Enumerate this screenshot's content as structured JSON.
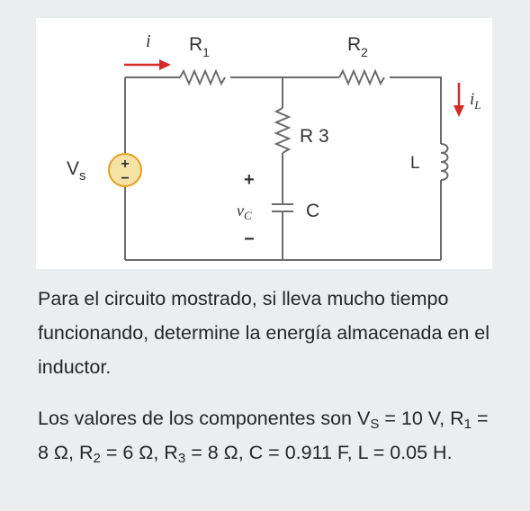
{
  "circuit": {
    "labels": {
      "i": "i",
      "r1": "R",
      "r1_sub": "1",
      "r2": "R",
      "r2_sub": "2",
      "r3": "R 3",
      "vs": "V",
      "vs_sub": "s",
      "plus": "+",
      "minus": "−",
      "vc": "v",
      "vc_sub": "C",
      "c": "C",
      "l": "L",
      "il": "i",
      "il_sub": "L",
      "src_plus": "+",
      "src_minus": "−"
    },
    "colors": {
      "arrow": "#d42a2a",
      "source_fill": "#f5e3a6",
      "source_stroke": "#e0a020",
      "wire": "#6b6b6b"
    }
  },
  "question": {
    "p1": "Para el circuito mostrado, si lleva mucho tiempo funcionando, determine la energía almacenada en el inductor.",
    "p2_a": "Los valores de los componentes son V",
    "p2_a_sub": "S",
    "p2_b": " = 10 V, R",
    "p2_b_sub": "1",
    "p2_c": " = 8 Ω, R",
    "p2_c_sub": "2",
    "p2_d": " = 6 Ω, R",
    "p2_d_sub": "3",
    "p2_e": " = 8 Ω, C = 0.911 F, L = 0.05 H."
  }
}
